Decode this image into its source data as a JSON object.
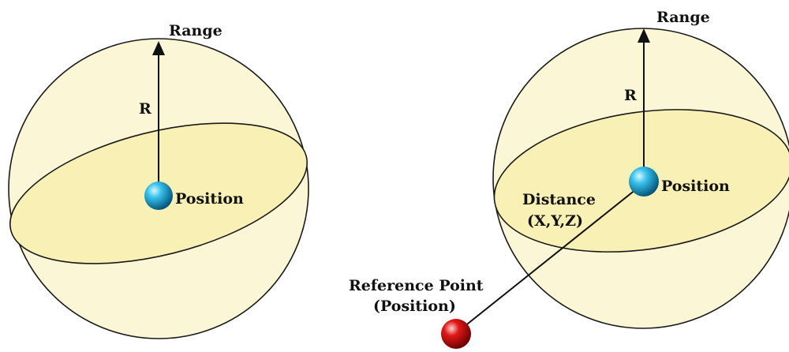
{
  "left_diagram": {
    "range_label": "Range",
    "radius_label": "R",
    "position_label": "Position"
  },
  "right_diagram": {
    "range_label": "Range",
    "radius_label": "R",
    "position_label": "Position",
    "distance_label": "Distance",
    "distance_coords": "(X,Y,Z)",
    "reference_label": "Reference Point",
    "reference_sub": "(Position)"
  },
  "colors": {
    "sphere_fill": "#fbf7d6",
    "equator_fill": "#f8f0b4",
    "outline": "#1a1a1a",
    "position_ball": "#1aa6d6",
    "reference_ball": "#cc0a0a"
  },
  "icons": {
    "position": "blue-sphere",
    "reference": "red-sphere",
    "range_arrow": "arrow-up"
  }
}
